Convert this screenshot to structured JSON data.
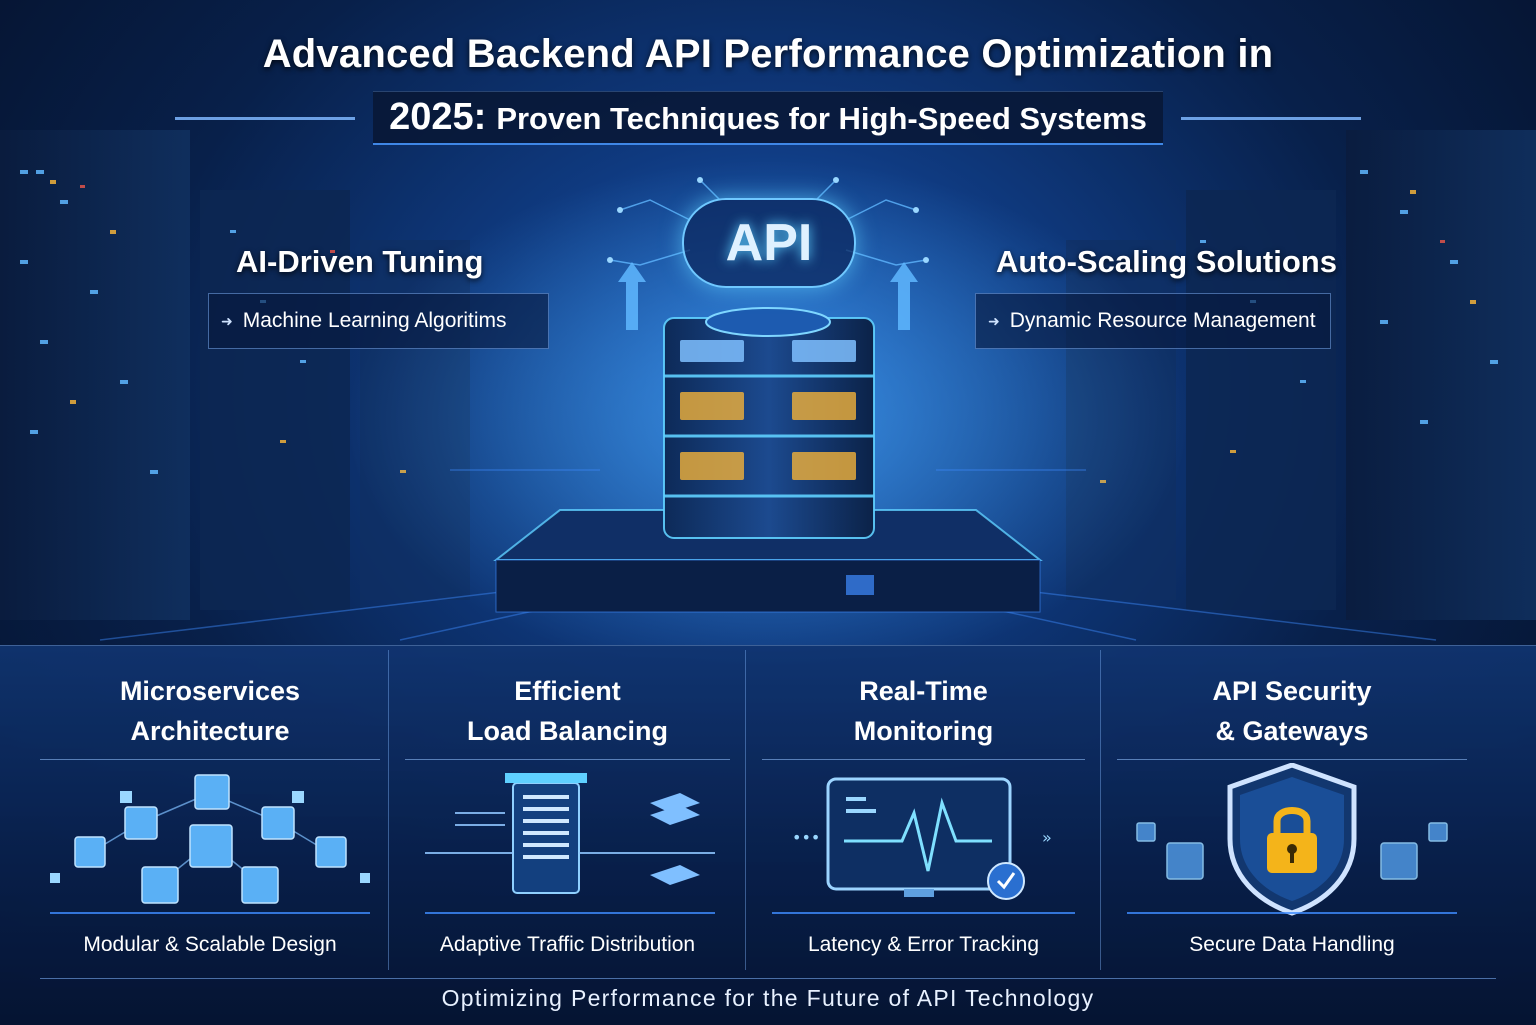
{
  "header": {
    "title_line1": "Advanced Backend API Performance Optimization in",
    "title_year": "2025:",
    "title_line2": "Proven Techniques for High-Speed Systems"
  },
  "hero": {
    "api_label": "API"
  },
  "features": {
    "left": {
      "title": "AI-Driven Tuning",
      "detail": "Machine Learning Algoritims"
    },
    "right": {
      "title": "Auto-Scaling Solutions",
      "detail": "Dynamic Resource Management"
    }
  },
  "columns": [
    {
      "title_1": "Microservices",
      "title_2": "Architecture",
      "caption": "Modular & Scalable Design",
      "icon": "cubes-network-icon"
    },
    {
      "title_1": "Efficient",
      "title_2": "Load Balancing",
      "caption": "Adaptive Traffic Distribution",
      "icon": "server-stack-icon"
    },
    {
      "title_1": "Real-Time",
      "title_2": "Monitoring",
      "caption": "Latency & Error Tracking",
      "icon": "monitor-pulse-icon"
    },
    {
      "title_1": "API Security",
      "title_2": "& Gateways",
      "caption": "Secure Data Handling",
      "icon": "shield-lock-icon"
    }
  ],
  "footer": {
    "tagline": "Optimizing Performance for the Future of API Technology"
  },
  "colors": {
    "accent": "#3f8cff",
    "glow": "#5fd0ff",
    "lock": "#f4b41a",
    "background": "#061633"
  }
}
